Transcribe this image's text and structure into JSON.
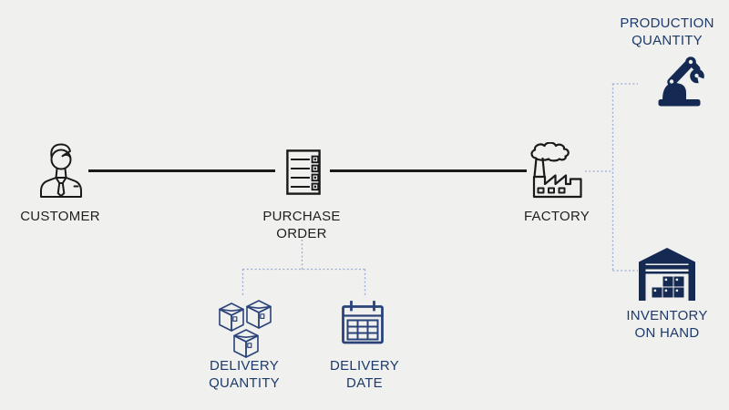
{
  "diagram": {
    "colors": {
      "background": "#f0f0ef",
      "solid_connector": "#1a1a1a",
      "dotted_connector": "#96a5d2",
      "black_outline_icons": "#1a1a1a",
      "navy_text": "#1d3a6b",
      "navy_icon_fill": "#152a52",
      "navy_icon_stroke": "#2a4379"
    },
    "nodes": {
      "customer": {
        "label": "CUSTOMER",
        "icon": "businessman-icon"
      },
      "purchase_order": {
        "line1": "PURCHASE",
        "line2": "ORDER",
        "icon": "order-checklist-icon"
      },
      "factory": {
        "label": "FACTORY",
        "icon": "factory-icon"
      },
      "production_quantity": {
        "line1": "PRODUCTION",
        "line2": "QUANTITY",
        "icon": "robot-arm-icon"
      },
      "inventory_on_hand": {
        "line1": "INVENTORY",
        "line2": "ON HAND",
        "icon": "warehouse-icon"
      },
      "delivery_quantity": {
        "line1": "DELIVERY",
        "line2": "QUANTITY",
        "icon": "shipping-boxes-icon"
      },
      "delivery_date": {
        "line1": "DELIVERY",
        "line2": "DATE",
        "icon": "calendar-icon"
      }
    }
  }
}
